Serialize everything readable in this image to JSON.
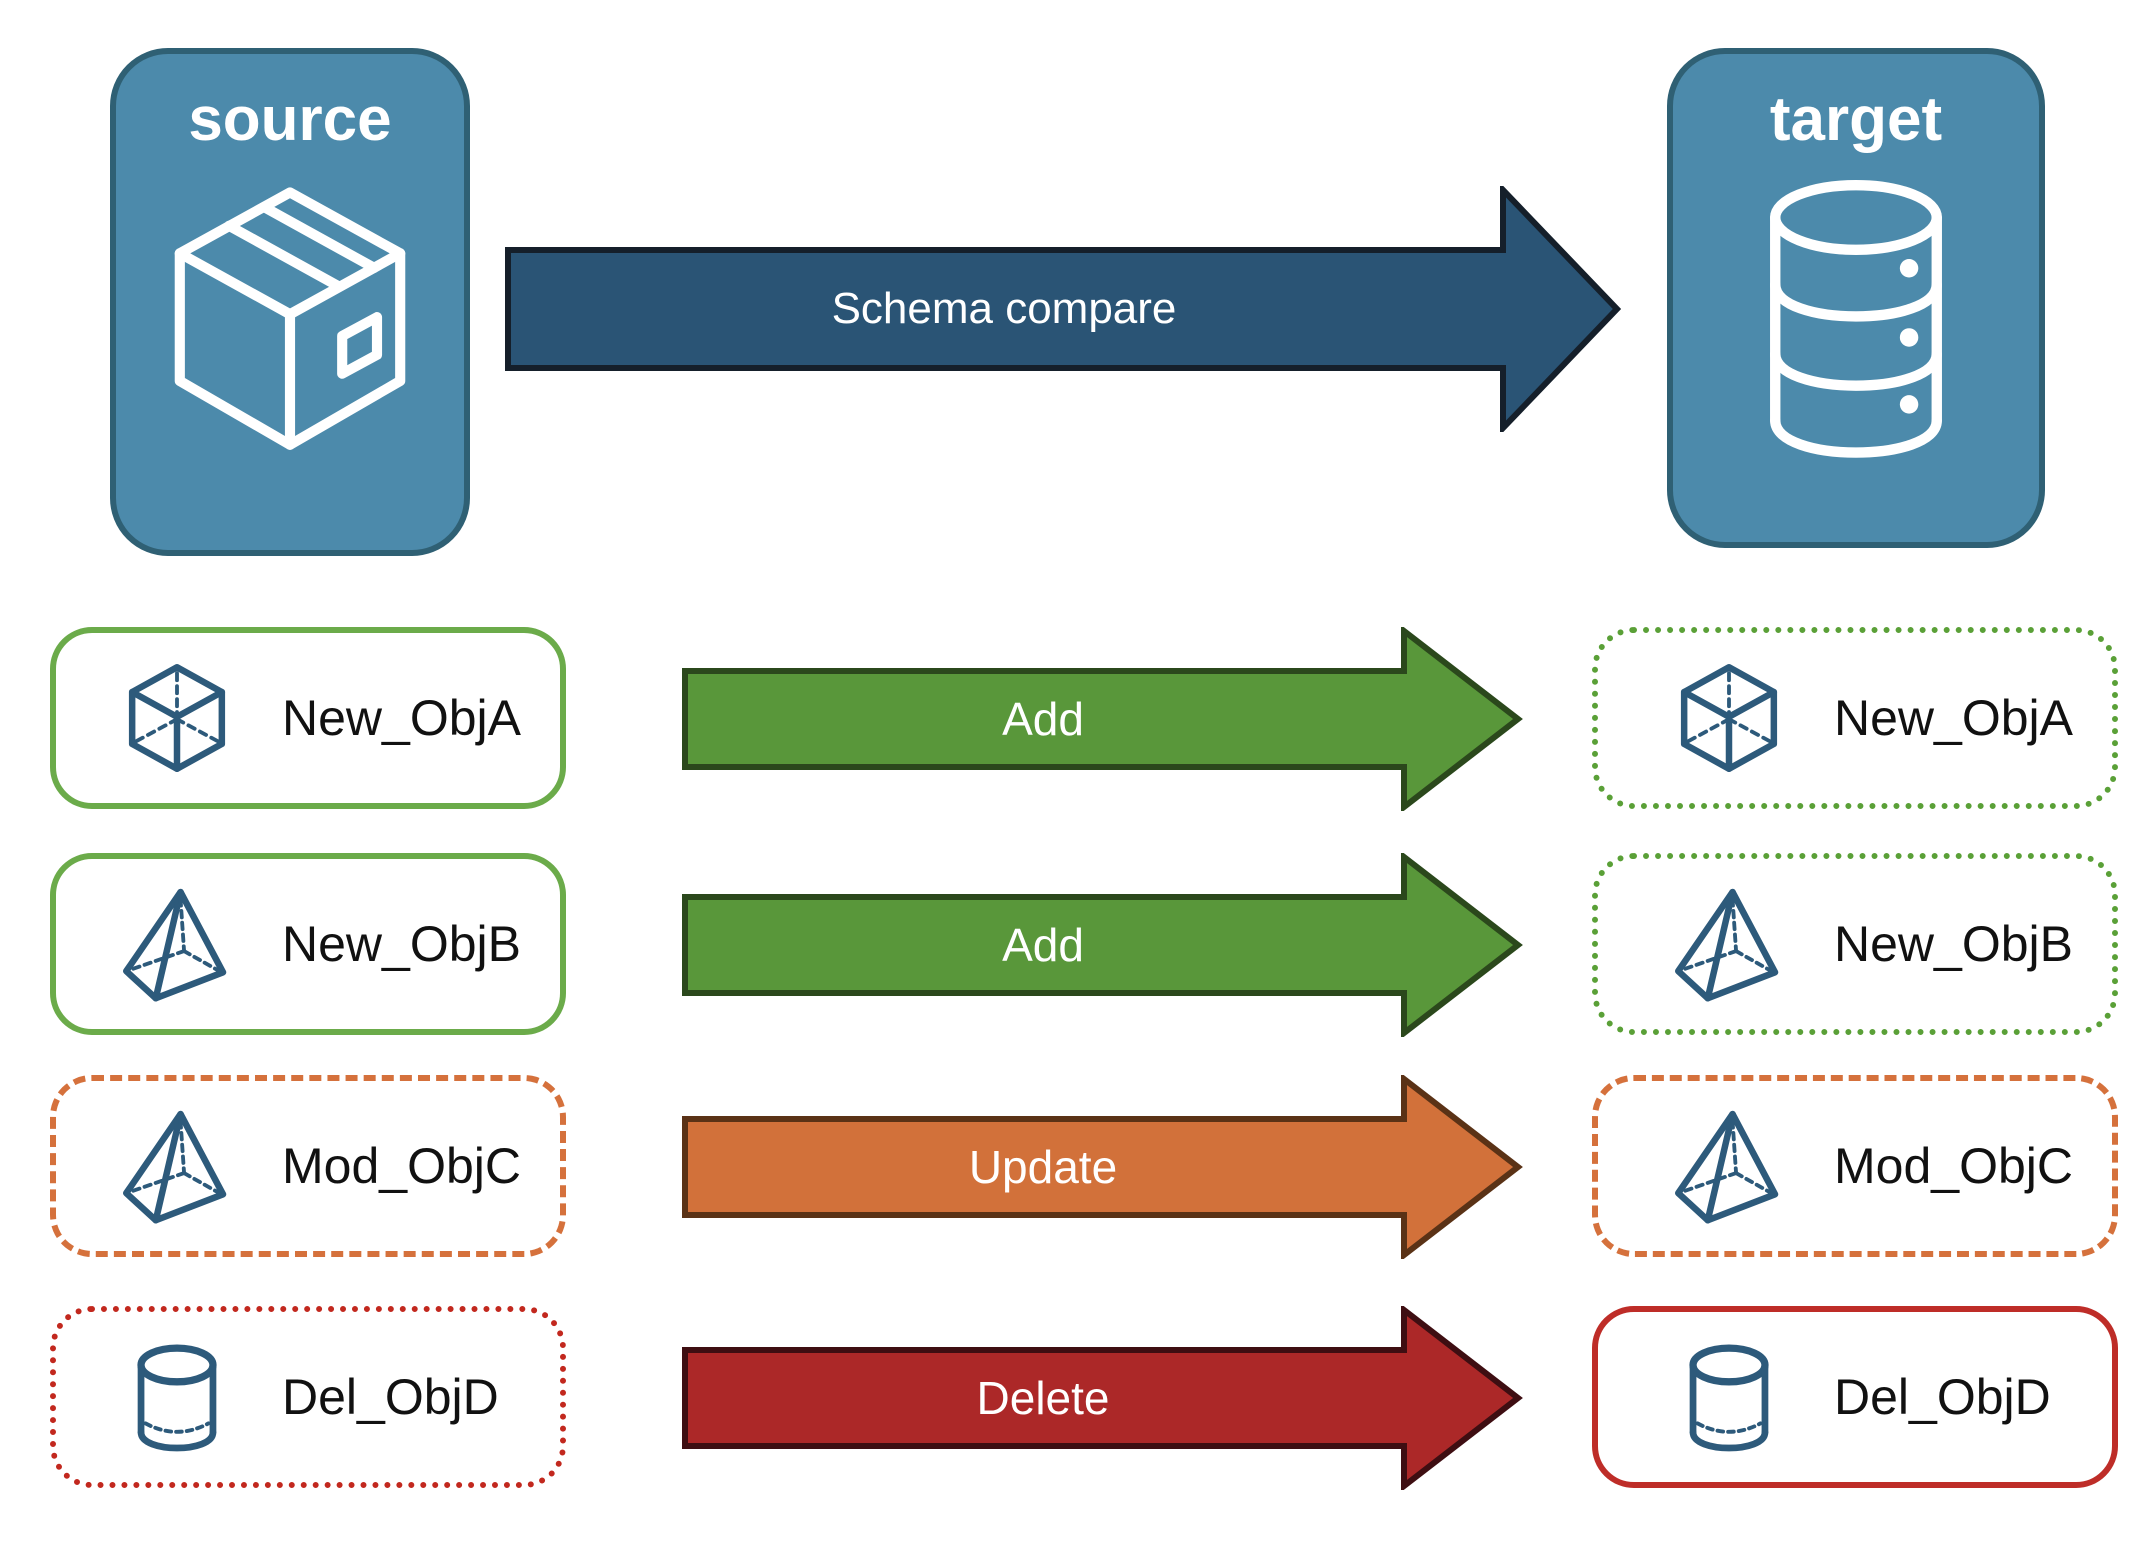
{
  "source_panel": {
    "title": "source",
    "icon": "package-icon"
  },
  "target_panel": {
    "title": "target",
    "icon": "database-icon"
  },
  "compare_arrow": {
    "label": "Schema compare",
    "fill": "#2A5475",
    "stroke": "#151F2A"
  },
  "rows": [
    {
      "name": "New_ObjA",
      "icon": "cube-icon",
      "action_label": "Add",
      "arrow_fill": "#59973A",
      "arrow_stroke": "#2B481C",
      "source_border_style": "solid",
      "source_border_color": "#6BAB4A",
      "target_border_style": "dotted",
      "target_border_color": "#5AA037"
    },
    {
      "name": "New_ObjB",
      "icon": "pyramid-icon",
      "action_label": "Add",
      "arrow_fill": "#59973A",
      "arrow_stroke": "#2B481C",
      "source_border_style": "solid",
      "source_border_color": "#6BAB4A",
      "target_border_style": "dotted",
      "target_border_color": "#5AA037"
    },
    {
      "name": "Mod_ObjC",
      "icon": "pyramid-icon",
      "action_label": "Update",
      "arrow_fill": "#D2713A",
      "arrow_stroke": "#5A3216",
      "source_border_style": "dashed",
      "source_border_color": "#D5713C",
      "target_border_style": "dashed",
      "target_border_color": "#D5713C"
    },
    {
      "name": "Del_ObjD",
      "icon": "cylinder-icon",
      "action_label": "Delete",
      "arrow_fill": "#AC2828",
      "arrow_stroke": "#3E0E12",
      "source_border_style": "dotted",
      "source_border_color": "#C2281E",
      "target_border_style": "solid",
      "target_border_color": "#BE2D28"
    }
  ],
  "colors": {
    "panel_fill": "#4C8AAB",
    "panel_stroke": "#2F6074",
    "icon_blue": "#2D5A7B",
    "card_text": "#111111",
    "arrow_text": "#FFFFFF",
    "background": "#FFFFFF"
  }
}
